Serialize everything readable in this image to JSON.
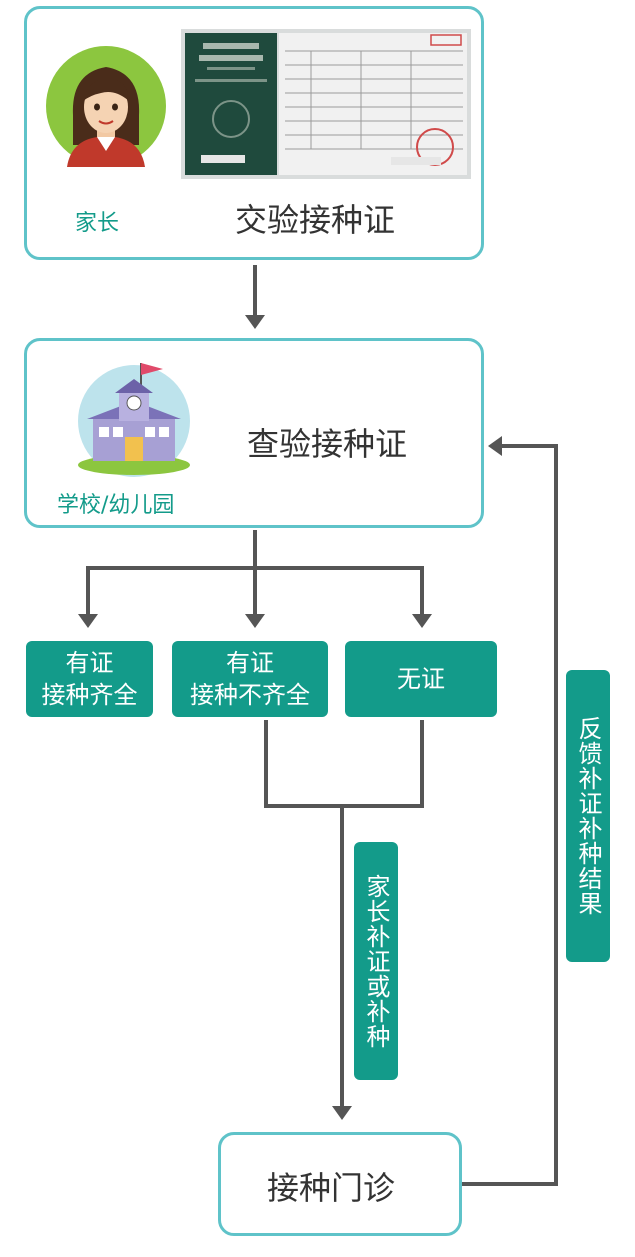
{
  "step1": {
    "role": "家长",
    "action": "交验接种证"
  },
  "step2": {
    "role": "学校/幼儿园",
    "action": "查验接种证"
  },
  "outcomes": [
    {
      "line1": "有证",
      "line2": "接种齐全"
    },
    {
      "line1": "有证",
      "line2": "接种不齐全"
    },
    {
      "line1": "无证",
      "line2": ""
    }
  ],
  "parent_action_label": "家长补证或补种",
  "feedback_label": "反馈补证补种结果",
  "clinic": {
    "label": "接种门诊"
  },
  "colors": {
    "box_border": "#5fc3c9",
    "teal": "#139b8a",
    "arrow": "#555555"
  }
}
